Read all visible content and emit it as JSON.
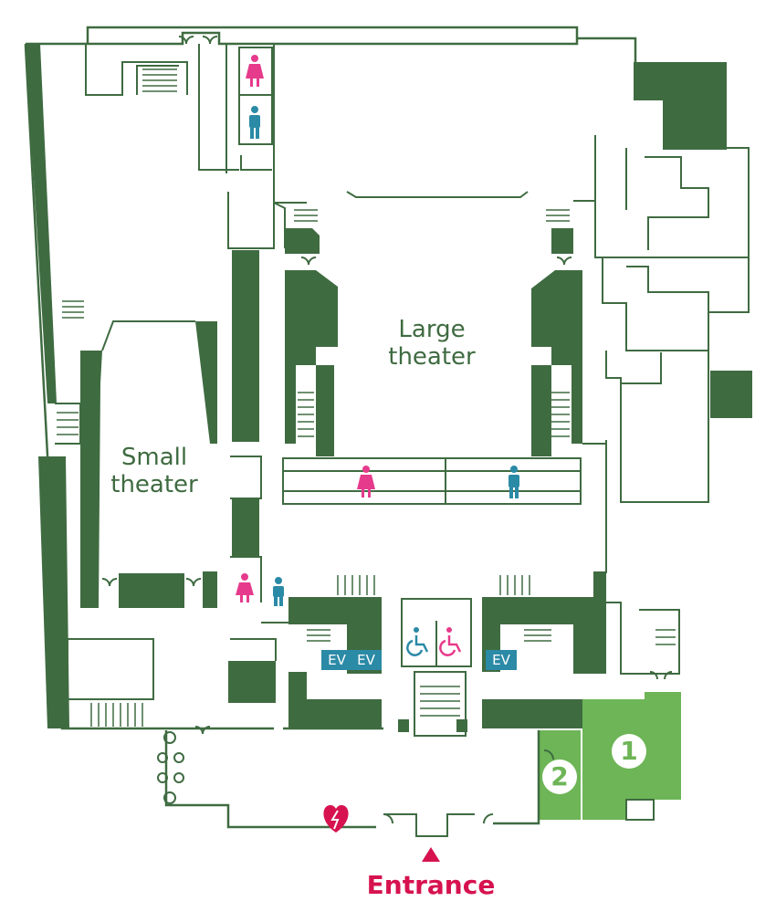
{
  "labels": {
    "large_theater": "Large\ntheater",
    "small_theater": "Small\ntheater",
    "entrance": "Entrance",
    "ev": "EV",
    "room_1": "1",
    "room_2": "2"
  },
  "colors": {
    "wall": "#3f6b41",
    "highlight_room": "#6db556",
    "elevator": "#2b8aa6",
    "female_icon": "#e63b8c",
    "male_icon": "#2b8aa6",
    "accessible_icon_male": "#2b8aa6",
    "accessible_icon_female": "#e63b8c",
    "entrance": "#d6124f",
    "aed": "#d6124f"
  },
  "icons": [
    "female-restroom-icon",
    "male-restroom-icon",
    "accessible-restroom-icon",
    "aed-heart-icon",
    "entrance-arrow-icon"
  ]
}
